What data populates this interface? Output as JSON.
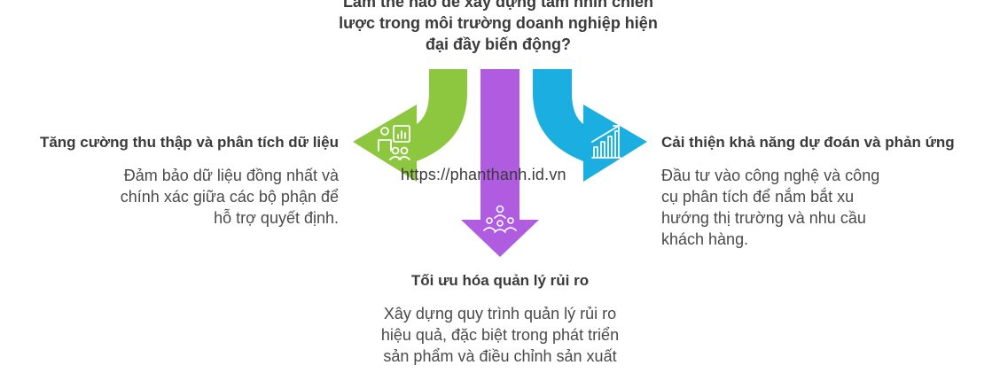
{
  "question": "Làm thế nào để xây dựng tầm nhìn chiến lược trong môi trường doanh nghiệp hiện đại đầy biến động?",
  "watermark": "https://phanthanh.id.vn",
  "branches": {
    "left": {
      "title": "Tăng cường thu thập và phân tích dữ liệu",
      "description": "Đảm bảo dữ liệu đồng nhất và chính xác giữa các bộ phận để hỗ trợ quyết định.",
      "color": "#8dc63f",
      "icon": "data-analysis-person-icon"
    },
    "bottom": {
      "title": "Tối ưu hóa quản lý rủi ro",
      "description": "Xây dựng quy trình quản lý rủi ro hiệu quả, đặc biệt trong phát triển sản phẩm và điều chỉnh sản xuất",
      "color": "#b05ce0",
      "icon": "team-collaboration-icon"
    },
    "right": {
      "title": "Cải thiện khả năng dự đoán và phản ứng",
      "description": "Đầu tư vào công nghệ và công cụ phân tích để nắm bắt xu hướng thị trường và nhu cầu khách hàng.",
      "color": "#1aafe0",
      "icon": "growth-chart-icon"
    }
  }
}
